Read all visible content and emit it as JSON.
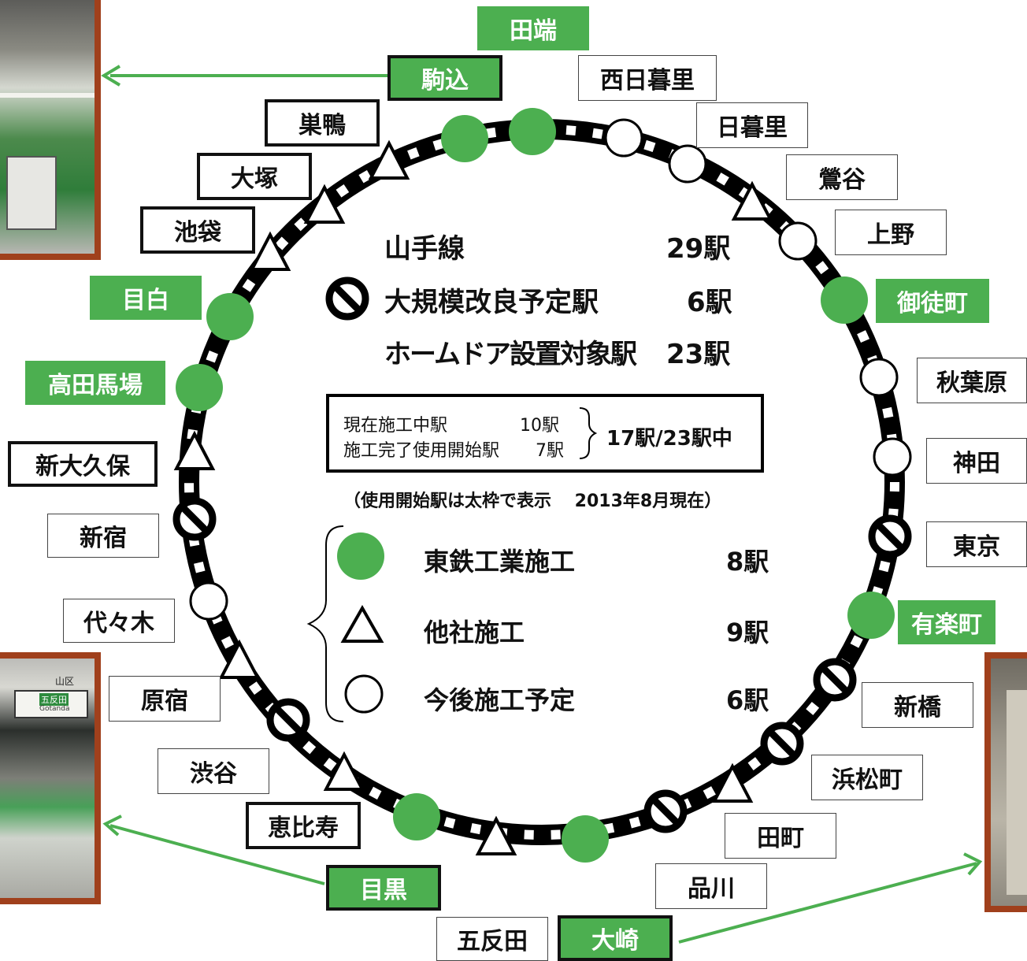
{
  "title": "山手線",
  "total_count": "29駅",
  "upgrade": {
    "label": "大規模改良予定駅",
    "count": "6駅"
  },
  "doors": {
    "label": "ホームドア設置対象駅",
    "count": "23駅"
  },
  "status_box": {
    "line1_label": "現在施工中駅",
    "line1_count": "10駅",
    "line2_label": "施工完了使用開始駅",
    "line2_count": "7駅",
    "summary": "17駅/23駅中"
  },
  "footnote": "（使用開始駅は太枠で表示　 2013年8月現在）",
  "legend": [
    {
      "symbol": "green-circle",
      "label": "東鉄工業施工",
      "count": "8駅"
    },
    {
      "symbol": "triangle",
      "label": "他社施工",
      "count": "9駅"
    },
    {
      "symbol": "white-circle",
      "label": "今後施工予定",
      "count": "6駅"
    }
  ],
  "colors": {
    "green": "#4caf50",
    "photo_border": "#a0401c",
    "arrow": "#4caf50"
  },
  "stations": [
    {
      "name": "田端",
      "marker": "green-circle",
      "label_style": "green"
    },
    {
      "name": "駒込",
      "marker": "green-circle",
      "label_style": "green-thick"
    },
    {
      "name": "西日暮里",
      "marker": "white-circle",
      "label_style": "plain"
    },
    {
      "name": "日暮里",
      "marker": "white-circle",
      "label_style": "plain"
    },
    {
      "name": "鶯谷",
      "marker": "triangle",
      "label_style": "plain"
    },
    {
      "name": "上野",
      "marker": "white-circle",
      "label_style": "plain"
    },
    {
      "name": "御徒町",
      "marker": "green-circle",
      "label_style": "green"
    },
    {
      "name": "秋葉原",
      "marker": "white-circle",
      "label_style": "plain"
    },
    {
      "name": "神田",
      "marker": "white-circle",
      "label_style": "plain"
    },
    {
      "name": "東京",
      "marker": "prohibited",
      "label_style": "plain"
    },
    {
      "name": "有楽町",
      "marker": "green-circle",
      "label_style": "green"
    },
    {
      "name": "新橋",
      "marker": "prohibited",
      "label_style": "plain"
    },
    {
      "name": "浜松町",
      "marker": "prohibited",
      "label_style": "plain"
    },
    {
      "name": "田町",
      "marker": "triangle",
      "label_style": "plain"
    },
    {
      "name": "品川",
      "marker": "prohibited",
      "label_style": "plain"
    },
    {
      "name": "大崎",
      "marker": "green-circle",
      "label_style": "green-thick"
    },
    {
      "name": "五反田",
      "marker": "triangle",
      "label_style": "plain"
    },
    {
      "name": "目黒",
      "marker": "green-circle",
      "label_style": "green-thick"
    },
    {
      "name": "恵比寿",
      "marker": "triangle",
      "label_style": "thick"
    },
    {
      "name": "渋谷",
      "marker": "prohibited",
      "label_style": "plain"
    },
    {
      "name": "原宿",
      "marker": "triangle",
      "label_style": "plain"
    },
    {
      "name": "代々木",
      "marker": "white-circle",
      "label_style": "plain"
    },
    {
      "name": "新宿",
      "marker": "prohibited",
      "label_style": "plain"
    },
    {
      "name": "新大久保",
      "marker": "triangle",
      "label_style": "thick"
    },
    {
      "name": "高田馬場",
      "marker": "green-circle",
      "label_style": "green"
    },
    {
      "name": "目白",
      "marker": "green-circle",
      "label_style": "green"
    },
    {
      "name": "池袋",
      "marker": "triangle",
      "label_style": "thick"
    },
    {
      "name": "大塚",
      "marker": "triangle",
      "label_style": "thick"
    },
    {
      "name": "巣鴨",
      "marker": "triangle",
      "label_style": "thick"
    }
  ],
  "photos": [
    {
      "name": "photo-top-left"
    },
    {
      "name": "photo-bottom-left",
      "sign": "五反田",
      "sign_small": "Gotanda",
      "sign_top": "山区"
    },
    {
      "name": "photo-bottom-right"
    }
  ]
}
